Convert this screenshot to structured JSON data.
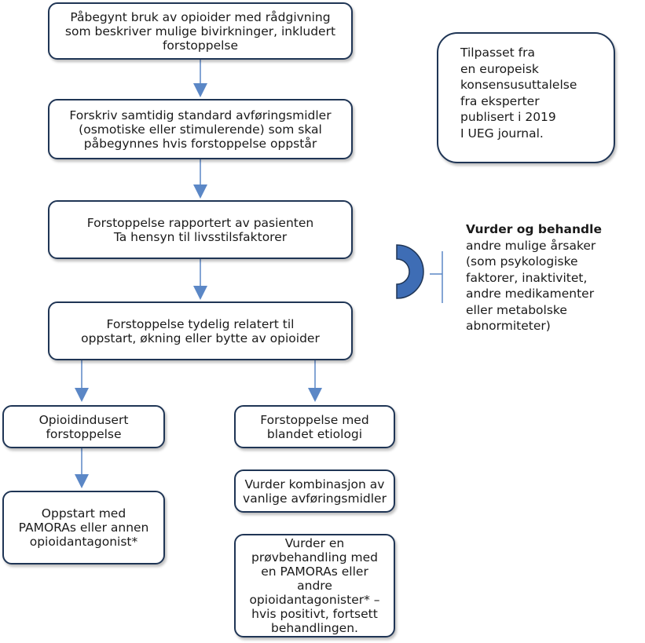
{
  "steps": {
    "step1": "Påbegynt bruk av opioider med rådgivning\nsom beskriver mulige bivirkninger, inkludert\nforstoppelse",
    "step2": "Forskriv samtidig standard avføringsmidler\n(osmotiske eller stimulerende) som skal\npåbegynnes hvis forstoppelse oppstår",
    "step3": "Forstoppelse rapportert av pasienten\nTa hensyn til livsstilsfaktorer",
    "step4": "Forstoppelse tydelig relatert til\noppstart, økning eller bytte av opioider",
    "left1": "Opioidindusert\nforstoppelse",
    "left2": "Oppstart med\nPAMORAs eller annen\nopioidantagonist*",
    "right1": "Forstoppelse med\nblandet etiologi",
    "right2": "Vurder kombinasjon av\nvanlige avføringsmidler",
    "right3": "Vurder en\nprøvbehandling med\nen PAMORAs eller andre\nopioidantagonister* –\nhvis positivt, fortsett\nbehandlingen."
  },
  "source_note": "Tilpasset fra\nen europeisk\nkonsensusuttalelse\nfra eksperter\npublisert i 2019\nI UEG journal.",
  "side_note": {
    "heading": "Vurder og behandle",
    "body": "andre mulige årsaker\n(som psykologiske\nfaktorer, inaktivitet,\nandre medikamenter\neller metabolske\nabnormiteter)"
  },
  "colors": {
    "box_border": "#1f3555",
    "arrow": "#5b87c6",
    "bracket": "#3e6db5"
  }
}
